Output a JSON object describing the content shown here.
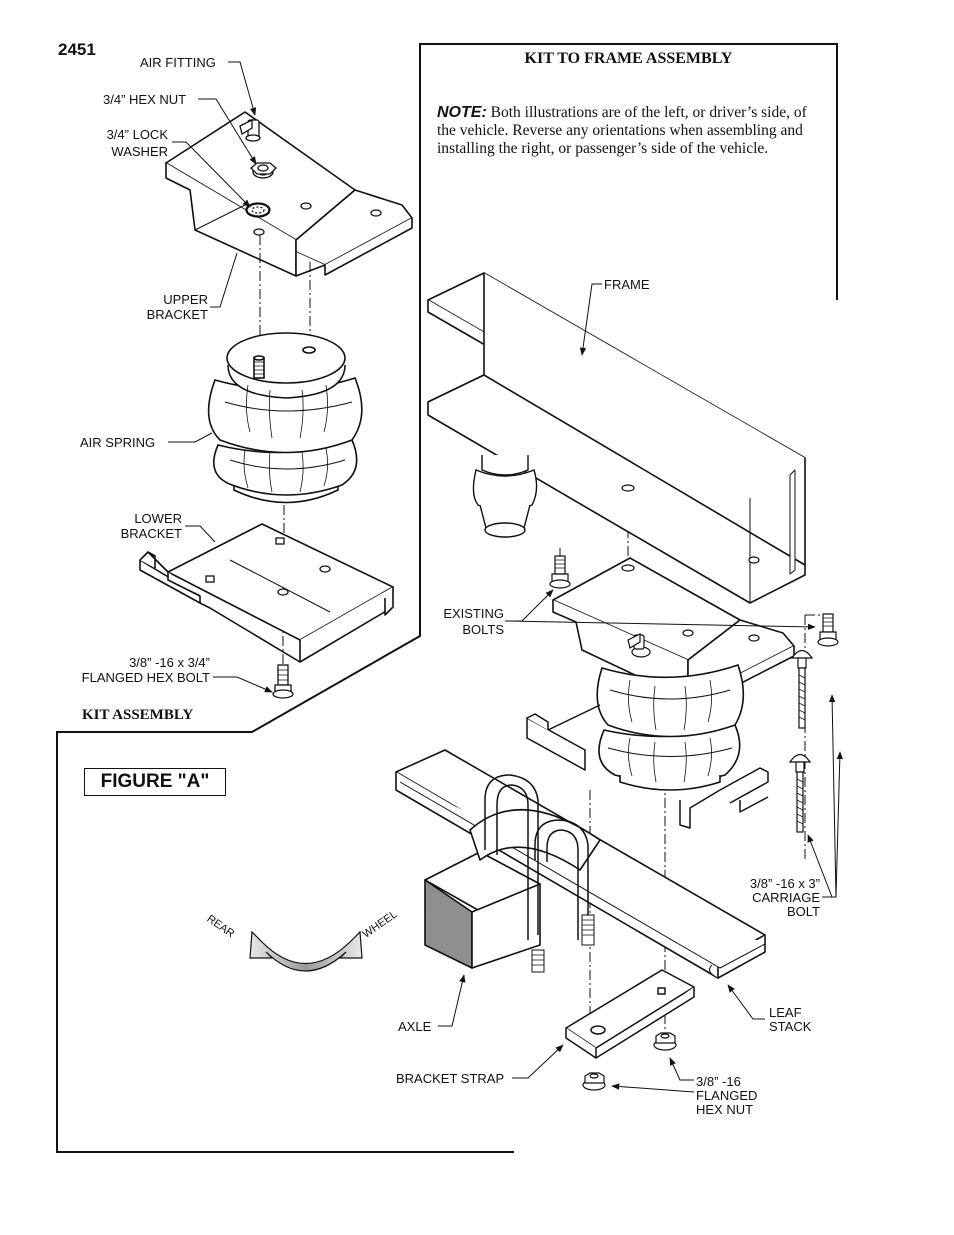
{
  "page_number": "2451",
  "kit_to_frame": {
    "title": "KIT TO FRAME ASSEMBLY",
    "note_label": "NOTE:",
    "note_text": "Both illustrations are of the left, or driver’s side, of the vehicle. Reverse any orientations when assembling and installing the right, or passenger’s side of the vehicle."
  },
  "kit_assembly": {
    "title": "KIT ASSEMBLY",
    "labels": {
      "air_fitting": "AIR FITTING",
      "hex_nut": "3/4” HEX NUT",
      "lock_washer_1": "3/4” LOCK",
      "lock_washer_2": "WASHER",
      "upper_bracket_1": "UPPER",
      "upper_bracket_2": "BRACKET",
      "air_spring": "AIR SPRING",
      "lower_bracket_1": "LOWER",
      "lower_bracket_2": "BRACKET",
      "flanged_bolt_1": "3/8” -16 x 3/4”",
      "flanged_bolt_2": "FLANGED HEX BOLT"
    }
  },
  "figure": {
    "title": "FIGURE \"A\"",
    "directions": {
      "rear": "REAR",
      "wheel": "WHEEL"
    },
    "labels": {
      "frame": "FRAME",
      "existing_bolts_1": "EXISTING",
      "existing_bolts_2": "BOLTS",
      "carriage_bolt_1": "3/8” -16 x 3”",
      "carriage_bolt_2": "CARRIAGE",
      "carriage_bolt_3": "BOLT",
      "axle": "AXLE",
      "leaf_stack_1": "LEAF",
      "leaf_stack_2": "STACK",
      "bracket_strap": "BRACKET STRAP",
      "hex_nut_1": "3/8” -16",
      "hex_nut_2": "FLANGED",
      "hex_nut_3": "HEX NUT"
    }
  },
  "colors": {
    "line": "#111111",
    "shade_dark": "#8a8a8a",
    "shade_light": "#c4c4c4",
    "arrow_fill": "#b9b9b9"
  }
}
